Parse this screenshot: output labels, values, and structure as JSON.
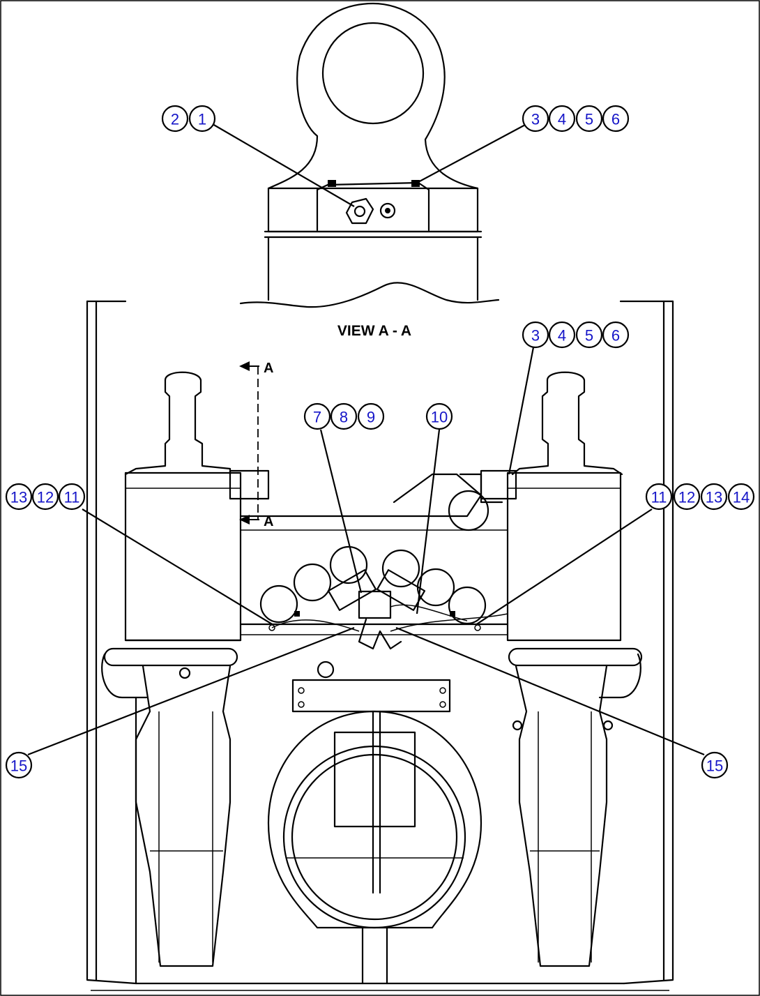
{
  "view_title": "VIEW A - A",
  "section_marks": [
    "A",
    "A"
  ],
  "callouts": [
    {
      "id": "c-2",
      "label": "2"
    },
    {
      "id": "c-1",
      "label": "1"
    },
    {
      "id": "c-3a",
      "label": "3"
    },
    {
      "id": "c-4a",
      "label": "4"
    },
    {
      "id": "c-5a",
      "label": "5"
    },
    {
      "id": "c-6a",
      "label": "6"
    },
    {
      "id": "c-3b",
      "label": "3"
    },
    {
      "id": "c-4b",
      "label": "4"
    },
    {
      "id": "c-5b",
      "label": "5"
    },
    {
      "id": "c-6b",
      "label": "6"
    },
    {
      "id": "c-7",
      "label": "7"
    },
    {
      "id": "c-8",
      "label": "8"
    },
    {
      "id": "c-9",
      "label": "9"
    },
    {
      "id": "c-10",
      "label": "10"
    },
    {
      "id": "c-13a",
      "label": "13"
    },
    {
      "id": "c-12a",
      "label": "12"
    },
    {
      "id": "c-11a",
      "label": "11"
    },
    {
      "id": "c-11b",
      "label": "11"
    },
    {
      "id": "c-12b",
      "label": "12"
    },
    {
      "id": "c-13b",
      "label": "13"
    },
    {
      "id": "c-14",
      "label": "14"
    },
    {
      "id": "c-15a",
      "label": "15"
    },
    {
      "id": "c-15b",
      "label": "15"
    }
  ],
  "colors": {
    "callout_text": "#1515c8",
    "line": "#000000",
    "background": "#ffffff"
  }
}
